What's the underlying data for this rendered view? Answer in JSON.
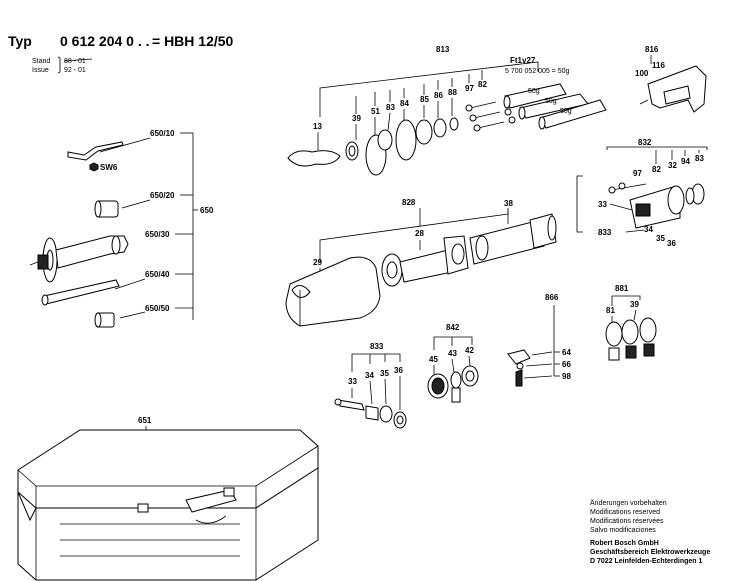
{
  "header": {
    "typ_label": "Typ",
    "typ_number": "0 612 204 0 . .",
    "model": "= HBH 12/50",
    "stand_label": "Stand",
    "stand_value": "88 - 01",
    "issue_label": "Issue",
    "issue_value": "92 - 01"
  },
  "labels": {
    "p650_10": "650/10",
    "sw6": "SW6",
    "p650_20": "650/20",
    "p650": "650",
    "p650_30": "650/30",
    "p650_40": "650/40",
    "p650_50": "650/50",
    "p13": "13",
    "p813": "813",
    "p39a": "39",
    "p51": "51",
    "p83a": "83",
    "p84": "84",
    "p85": "85",
    "p86": "86",
    "p88": "88",
    "p97a": "97",
    "p82a": "82",
    "ft": "Ft1v27",
    "grease": "5 700 052 005 = 50g",
    "g50a": "50g",
    "g50b": "50g",
    "g50c": "50g",
    "p816": "816",
    "p100": "100",
    "p116": "116",
    "p832": "832",
    "p97b": "97",
    "p82b": "82",
    "p32": "32",
    "p94": "94",
    "p83b": "83",
    "p33a": "33",
    "p833a": "833",
    "p34a": "34",
    "p35a": "35",
    "p36a": "36",
    "p828": "828",
    "p38": "38",
    "p28": "28",
    "p29": "29",
    "p866": "866",
    "p64": "64",
    "p66": "66",
    "p98": "98",
    "p842": "842",
    "p45": "45",
    "p43": "43",
    "p42": "42",
    "p833b": "833",
    "p33b": "33",
    "p34b": "34",
    "p35b": "35",
    "p36b": "36",
    "p881": "881",
    "p81": "81",
    "p39b": "39",
    "p651": "651"
  },
  "footer": {
    "line1": "Änderungen vorbehalten",
    "line2": "Modifications reserved",
    "line3": "Modifications réservées",
    "line4": "Salvo modificaciones",
    "line5": "Robert Bosch GmbH",
    "line6": "Geschäftsbereich Elektrowerkzeuge",
    "line7": "D 7022 Leinfelden-Echterdingen 1"
  }
}
